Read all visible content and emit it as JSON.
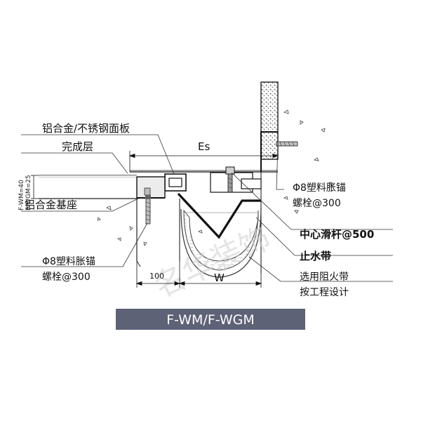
{
  "diagram": {
    "labels": {
      "face_plate": "铝合金/不锈钢面板",
      "finish_layer": "完成层",
      "base": "铝合金基座",
      "anchor_left_1": "Φ8塑料胀锚",
      "anchor_left_2": "螺栓@300",
      "anchor_right_1": "Φ8塑料胀锚",
      "anchor_right_2": "螺栓@300",
      "slide_bar": "中心滑杆@500",
      "water_stop": "止水带",
      "fire_barrier_1": "选用阻火带",
      "fire_barrier_2": "按工程设计",
      "thickness_1": "F-WM=40",
      "thickness_2": "F-WGM=25"
    },
    "dimensions": {
      "es": "Es",
      "w": "W",
      "offset": "100"
    },
    "title": "F-WM/F-WGM",
    "watermark": "名华装饰",
    "colors": {
      "title_bg": "#5e6277",
      "title_text": "#ffffff",
      "line": "#111111",
      "leader": "#333333",
      "gray_fill": "#bdbdbd",
      "light_fill": "#ececec"
    }
  }
}
